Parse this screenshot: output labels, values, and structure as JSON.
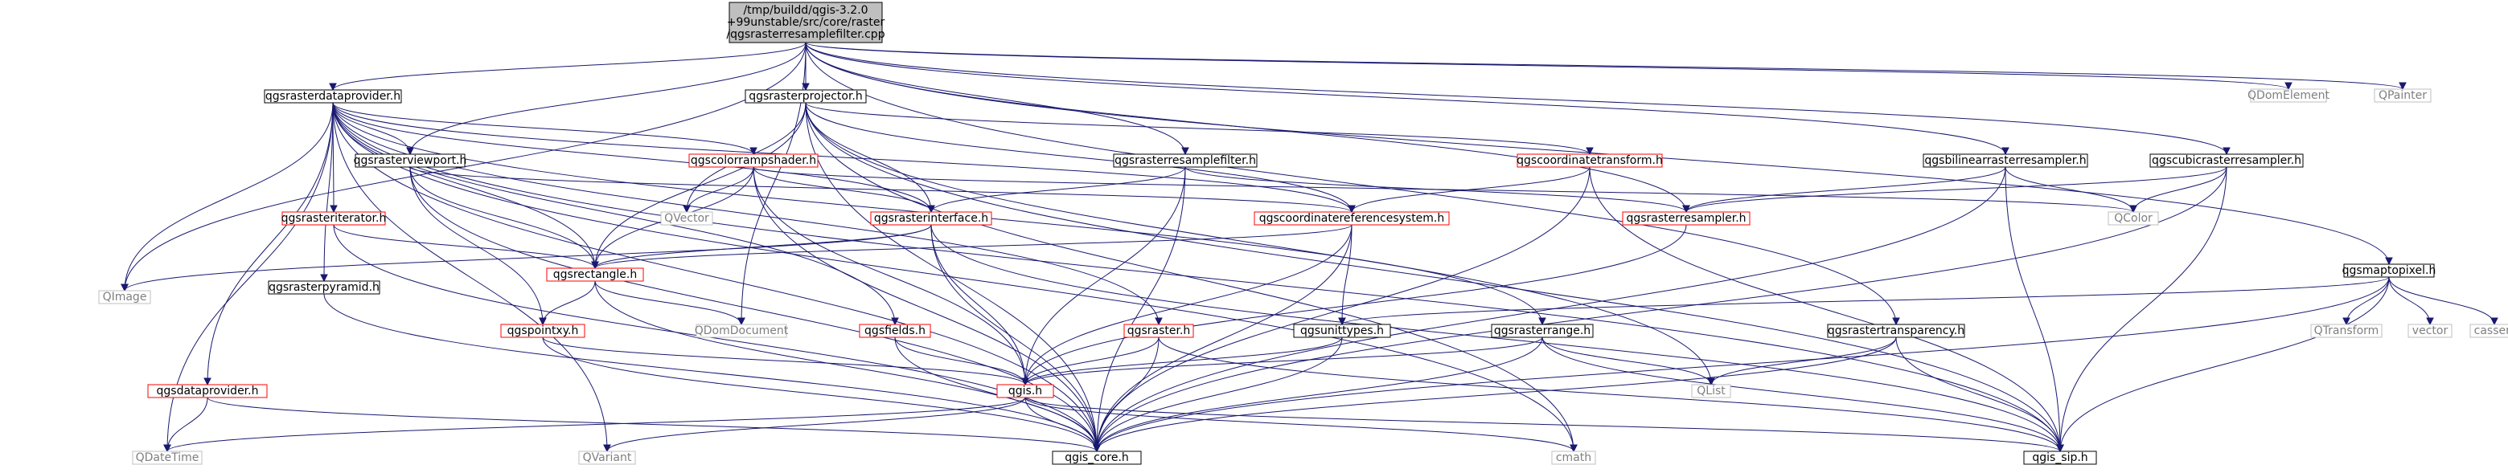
{
  "diagram": {
    "colors": {
      "edge": "#191970",
      "root_fill": "#bfbfbf",
      "root_border": "#000000",
      "link_border": "#000000",
      "linked_with_children_border": "#ff0000",
      "external_border": "#bfbfbf",
      "external_text": "#7f7f7f",
      "text": "#000000",
      "background": "#ffffff"
    },
    "nodes": [
      {
        "id": "root",
        "label": "/tmp/buildd/qgis-3.2.0\n+99unstable/src/core/raster\n/qgsrasterresamplefilter.cpp",
        "kind": "root"
      },
      {
        "id": "qgsrasterdataprovider",
        "label": "qgsrasterdataprovider.h",
        "kind": "link"
      },
      {
        "id": "qgsrasterprojector",
        "label": "qgsrasterprojector.h",
        "kind": "link"
      },
      {
        "id": "qgsrasterviewport",
        "label": "qgsrasterviewport.h",
        "kind": "link"
      },
      {
        "id": "qgscolorrampshader",
        "label": "qgscolorrampshader.h",
        "kind": "linked"
      },
      {
        "id": "qgsrasteriterator",
        "label": "qgsrasteriterator.h",
        "kind": "linked"
      },
      {
        "id": "qgsrasterresamplefilter_h",
        "label": "qgsrasterresamplefilter.h",
        "kind": "link"
      },
      {
        "id": "qgscoordinatetransform",
        "label": "qgscoordinatetransform.h",
        "kind": "linked"
      },
      {
        "id": "qgsbilinearrasterresampler",
        "label": "qgsbilinearrasterresampler.h",
        "kind": "link"
      },
      {
        "id": "qgscubicrasterresampler",
        "label": "qgscubicrasterresampler.h",
        "kind": "link"
      },
      {
        "id": "qgsrasterinterface",
        "label": "qgsrasterinterface.h",
        "kind": "linked"
      },
      {
        "id": "qgscoordinatereferencesystem",
        "label": "qgscoordinatereferencesystem.h",
        "kind": "linked"
      },
      {
        "id": "qgsrasterresampler",
        "label": "qgsrasterresampler.h",
        "kind": "linked"
      },
      {
        "id": "qgsrectangle",
        "label": "qgsrectangle.h",
        "kind": "linked"
      },
      {
        "id": "qgsrasterpyramid",
        "label": "qgsrasterpyramid.h",
        "kind": "link"
      },
      {
        "id": "qgspointxy",
        "label": "qgspointxy.h",
        "kind": "linked"
      },
      {
        "id": "qgsfields",
        "label": "qgsfields.h",
        "kind": "linked"
      },
      {
        "id": "qgsraster",
        "label": "qgsraster.h",
        "kind": "linked"
      },
      {
        "id": "qgsunittypes",
        "label": "qgsunittypes.h",
        "kind": "link"
      },
      {
        "id": "qgsrasterrange",
        "label": "qgsrasterrange.h",
        "kind": "link"
      },
      {
        "id": "qgsrastertransparency",
        "label": "qgsrastertransparency.h",
        "kind": "link"
      },
      {
        "id": "qgsmaptopixel",
        "label": "qgsmaptopixel.h",
        "kind": "link"
      },
      {
        "id": "qgsdataprovider",
        "label": "qgsdataprovider.h",
        "kind": "linked"
      },
      {
        "id": "qgis",
        "label": "qgis.h",
        "kind": "linked"
      },
      {
        "id": "qgis_core",
        "label": "qgis_core.h",
        "kind": "link"
      },
      {
        "id": "qgis_sip",
        "label": "qgis_sip.h",
        "kind": "link"
      },
      {
        "id": "QDomElement",
        "label": "QDomElement",
        "kind": "external"
      },
      {
        "id": "QPainter",
        "label": "QPainter",
        "kind": "external"
      },
      {
        "id": "QImage",
        "label": "QImage",
        "kind": "external"
      },
      {
        "id": "QVector",
        "label": "QVector",
        "kind": "external"
      },
      {
        "id": "QColor",
        "label": "QColor",
        "kind": "external"
      },
      {
        "id": "QDomDocument",
        "label": "QDomDocument",
        "kind": "external"
      },
      {
        "id": "QList",
        "label": "QList",
        "kind": "external"
      },
      {
        "id": "QTransform",
        "label": "QTransform",
        "kind": "external"
      },
      {
        "id": "vector",
        "label": "vector",
        "kind": "external"
      },
      {
        "id": "cassert",
        "label": "cassert",
        "kind": "external"
      },
      {
        "id": "QDateTime",
        "label": "QDateTime",
        "kind": "external"
      },
      {
        "id": "QVariant",
        "label": "QVariant",
        "kind": "external"
      },
      {
        "id": "cmath",
        "label": "cmath",
        "kind": "external"
      }
    ],
    "edges": [
      [
        "root",
        "qgsrasterdataprovider"
      ],
      [
        "root",
        "qgsrasterprojector"
      ],
      [
        "root",
        "qgsrasterviewport"
      ],
      [
        "root",
        "qgsrasterresamplefilter_h"
      ],
      [
        "root",
        "qgsbilinearrasterresampler"
      ],
      [
        "root",
        "qgscubicrasterresampler"
      ],
      [
        "root",
        "qgsrasterresampler"
      ],
      [
        "root",
        "qgsrastertransparency"
      ],
      [
        "root",
        "qgsmaptopixel"
      ],
      [
        "root",
        "QDomElement"
      ],
      [
        "root",
        "QPainter"
      ],
      [
        "root",
        "QImage"
      ],
      [
        "root",
        "QDomDocument"
      ],
      [
        "qgsrasterdataprovider",
        "qgsrasterviewport"
      ],
      [
        "qgsrasterdataprovider",
        "qgscolorrampshader"
      ],
      [
        "qgsrasterdataprovider",
        "qgsrasteriterator"
      ],
      [
        "qgsrasterdataprovider",
        "qgsrasterinterface"
      ],
      [
        "qgsrasterdataprovider",
        "qgsrectangle"
      ],
      [
        "qgsrasterdataprovider",
        "qgsrasterpyramid"
      ],
      [
        "qgsrasterdataprovider",
        "qgsfields"
      ],
      [
        "qgsrasterdataprovider",
        "qgsraster"
      ],
      [
        "qgsrasterdataprovider",
        "qgsrasterrange"
      ],
      [
        "qgsrasterdataprovider",
        "qgsdataprovider"
      ],
      [
        "qgsrasterdataprovider",
        "qgis_core"
      ],
      [
        "qgsrasterdataprovider",
        "qgis_sip"
      ],
      [
        "qgsrasterdataprovider",
        "QImage"
      ],
      [
        "qgsrasterdataprovider",
        "QDateTime"
      ],
      [
        "qgsrasterdataprovider",
        "QVariant"
      ],
      [
        "qgsrasterdataprovider",
        "cmath"
      ],
      [
        "qgsrasterdataprovider",
        "qgscoordinatereferencesystem"
      ],
      [
        "qgsrasterprojector",
        "qgsrasterinterface"
      ],
      [
        "qgsrasterprojector",
        "qgscoordinatereferencesystem"
      ],
      [
        "qgsrasterprojector",
        "qgscoordinatetransform"
      ],
      [
        "qgsrasterprojector",
        "qgsrectangle"
      ],
      [
        "qgsrasterprojector",
        "qgis_core"
      ],
      [
        "qgsrasterprojector",
        "qgis_sip"
      ],
      [
        "qgsrasterprojector",
        "QVector"
      ],
      [
        "qgsrasterprojector",
        "QList"
      ],
      [
        "qgsrasterprojector",
        "cmath"
      ],
      [
        "qgsrasterviewport",
        "qgsrectangle"
      ],
      [
        "qgsrasterviewport",
        "qgspointxy"
      ],
      [
        "qgsrasterviewport",
        "qgscoordinatereferencesystem"
      ],
      [
        "qgsrasterviewport",
        "qgis_core"
      ],
      [
        "qgscolorrampshader",
        "QColor"
      ],
      [
        "qgscolorrampshader",
        "QVector"
      ],
      [
        "qgscolorrampshader",
        "qgsrasterinterface"
      ],
      [
        "qgscolorrampshader",
        "qgsrectangle"
      ],
      [
        "qgscolorrampshader",
        "qgis"
      ],
      [
        "qgscolorrampshader",
        "qgis_core"
      ],
      [
        "qgsrasteriterator",
        "qgsrectangle"
      ],
      [
        "qgsrasteriterator",
        "qgis_core"
      ],
      [
        "qgsrasterresamplefilter_h",
        "qgsrasterinterface"
      ],
      [
        "qgsrasterresamplefilter_h",
        "qgsrasterresampler"
      ],
      [
        "qgsrasterresamplefilter_h",
        "qgis_core"
      ],
      [
        "qgsrasterresamplefilter_h",
        "qgis"
      ],
      [
        "qgscoordinatetransform",
        "qgscoordinatereferencesystem"
      ],
      [
        "qgscoordinatetransform",
        "qgis_core"
      ],
      [
        "qgscoordinatetransform",
        "qgis_sip"
      ],
      [
        "qgsbilinearrasterresampler",
        "qgsrasterresampler"
      ],
      [
        "qgsbilinearrasterresampler",
        "QColor"
      ],
      [
        "qgsbilinearrasterresampler",
        "qgis_core"
      ],
      [
        "qgsbilinearrasterresampler",
        "qgis_sip"
      ],
      [
        "qgscubicrasterresampler",
        "qgsrasterresampler"
      ],
      [
        "qgscubicrasterresampler",
        "QColor"
      ],
      [
        "qgscubicrasterresampler",
        "qgis_core"
      ],
      [
        "qgscubicrasterresampler",
        "qgis_sip"
      ],
      [
        "qgsrasterinterface",
        "qgsrectangle"
      ],
      [
        "qgsrasterinterface",
        "QImage"
      ],
      [
        "qgsrasterinterface",
        "qgis"
      ],
      [
        "qgsrasterinterface",
        "qgis_core"
      ],
      [
        "qgsrasterinterface",
        "qgis_sip"
      ],
      [
        "qgscoordinatereferencesystem",
        "qgsrectangle"
      ],
      [
        "qgscoordinatereferencesystem",
        "qgsunittypes"
      ],
      [
        "qgscoordinatereferencesystem",
        "qgis"
      ],
      [
        "qgscoordinatereferencesystem",
        "qgis_core"
      ],
      [
        "qgsrasterresampler",
        "qgis"
      ],
      [
        "qgsrectangle",
        "qgspointxy"
      ],
      [
        "qgsrectangle",
        "QDomDocument"
      ],
      [
        "qgsrectangle",
        "qgis_core"
      ],
      [
        "qgsrasterpyramid",
        "qgis_core"
      ],
      [
        "qgspointxy",
        "qgis"
      ],
      [
        "qgspointxy",
        "qgis_core"
      ],
      [
        "qgsfields",
        "qgis"
      ],
      [
        "qgsfields",
        "qgis_core"
      ],
      [
        "qgsraster",
        "qgis"
      ],
      [
        "qgsraster",
        "qgis_core"
      ],
      [
        "qgsraster",
        "qgis_sip"
      ],
      [
        "qgsunittypes",
        "qgis"
      ],
      [
        "qgsunittypes",
        "qgis_core"
      ],
      [
        "qgsrasterrange",
        "qgis"
      ],
      [
        "qgsrasterrange",
        "qgis_core"
      ],
      [
        "qgsrasterrange",
        "qgis_sip"
      ],
      [
        "qgsrasterrange",
        "QList"
      ],
      [
        "qgsrastertransparency",
        "QList"
      ],
      [
        "qgsrastertransparency",
        "qgis_core"
      ],
      [
        "qgsrastertransparency",
        "qgis_sip"
      ],
      [
        "qgsmaptopixel",
        "qgsunittypes"
      ],
      [
        "qgsmaptopixel",
        "QTransform"
      ],
      [
        "qgsmaptopixel",
        "vector"
      ],
      [
        "qgsmaptopixel",
        "cassert"
      ],
      [
        "qgsmaptopixel",
        "qgis_core"
      ],
      [
        "qgsmaptopixel",
        "qgis_sip"
      ],
      [
        "qgsdataprovider",
        "QDateTime"
      ],
      [
        "qgsdataprovider",
        "qgis_core"
      ],
      [
        "qgis",
        "QDateTime"
      ],
      [
        "qgis",
        "QVariant"
      ],
      [
        "qgis",
        "cmath"
      ],
      [
        "qgis",
        "qgis_core"
      ],
      [
        "qgis",
        "qgis_sip"
      ]
    ]
  }
}
